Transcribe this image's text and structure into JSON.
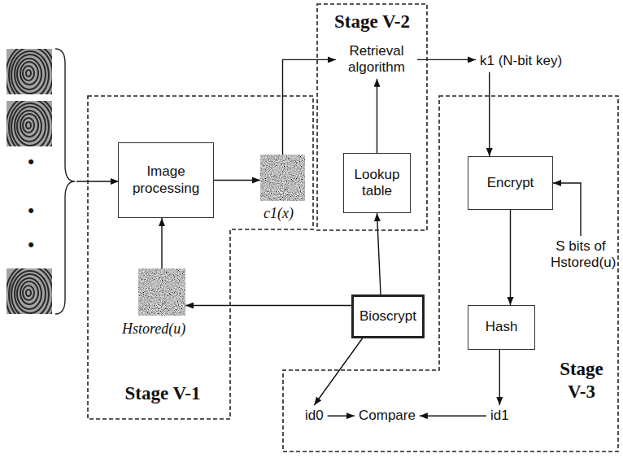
{
  "diagram": {
    "nodes": [
      {
        "text": [
          "Stage V-1"
        ]
      },
      {
        "text": [
          "Image processing"
        ],
        "in": 0
      },
      {
        "text": [
          "c1(x)"
        ],
        "in": 0
      },
      {
        "text": [
          "Hstored(u)"
        ],
        "in": 0
      },
      {
        "text": [
          "Stage V-2"
        ]
      },
      {
        "text": [
          "Retrieval algorithm"
        ],
        "in": 4
      },
      {
        "text": [
          "Lookup table"
        ],
        "in": 4
      },
      {
        "text": [
          "k1 (N-bit key)"
        ]
      },
      {
        "text": [
          "Bioscrypt"
        ]
      },
      {
        "text": [
          "Stage V-3"
        ]
      },
      {
        "text": [
          "Encrypt"
        ],
        "in": 9
      },
      {
        "text": [
          "S bits of Hstored(u)"
        ],
        "in": 9
      },
      {
        "text": [
          "Hash"
        ],
        "in": 9
      },
      {
        "text": [
          "id0"
        ],
        "in": 9
      },
      {
        "text": [
          "Compare"
        ],
        "in": 9
      },
      {
        "text": [
          "id1"
        ],
        "in": 9
      }
    ],
    "edges": [
      {
        "from": 3,
        "to": 1,
        "arrow": "to"
      },
      {
        "from": 1,
        "to": 2,
        "arrow": "to"
      },
      {
        "from": 2,
        "to": 5,
        "arrow": "to"
      },
      {
        "from": 6,
        "to": 5,
        "arrow": "to"
      },
      {
        "from": 5,
        "to": 7,
        "arrow": "to"
      },
      {
        "from": 8,
        "to": 6,
        "arrow": "to"
      },
      {
        "from": 8,
        "to": 3,
        "arrow": "to"
      },
      {
        "from": 8,
        "to": 13,
        "arrow": "to"
      },
      {
        "from": 7,
        "to": 10,
        "arrow": "to"
      },
      {
        "from": 11,
        "to": 10,
        "arrow": "to"
      },
      {
        "from": 10,
        "to": 12,
        "arrow": "to"
      },
      {
        "from": 12,
        "to": 15,
        "arrow": "to"
      },
      {
        "from": 13,
        "to": 14,
        "arrow": "to"
      },
      {
        "from": 15,
        "to": 14,
        "arrow": "to"
      }
    ],
    "labels": [
      "•",
      "•",
      "•"
    ]
  }
}
